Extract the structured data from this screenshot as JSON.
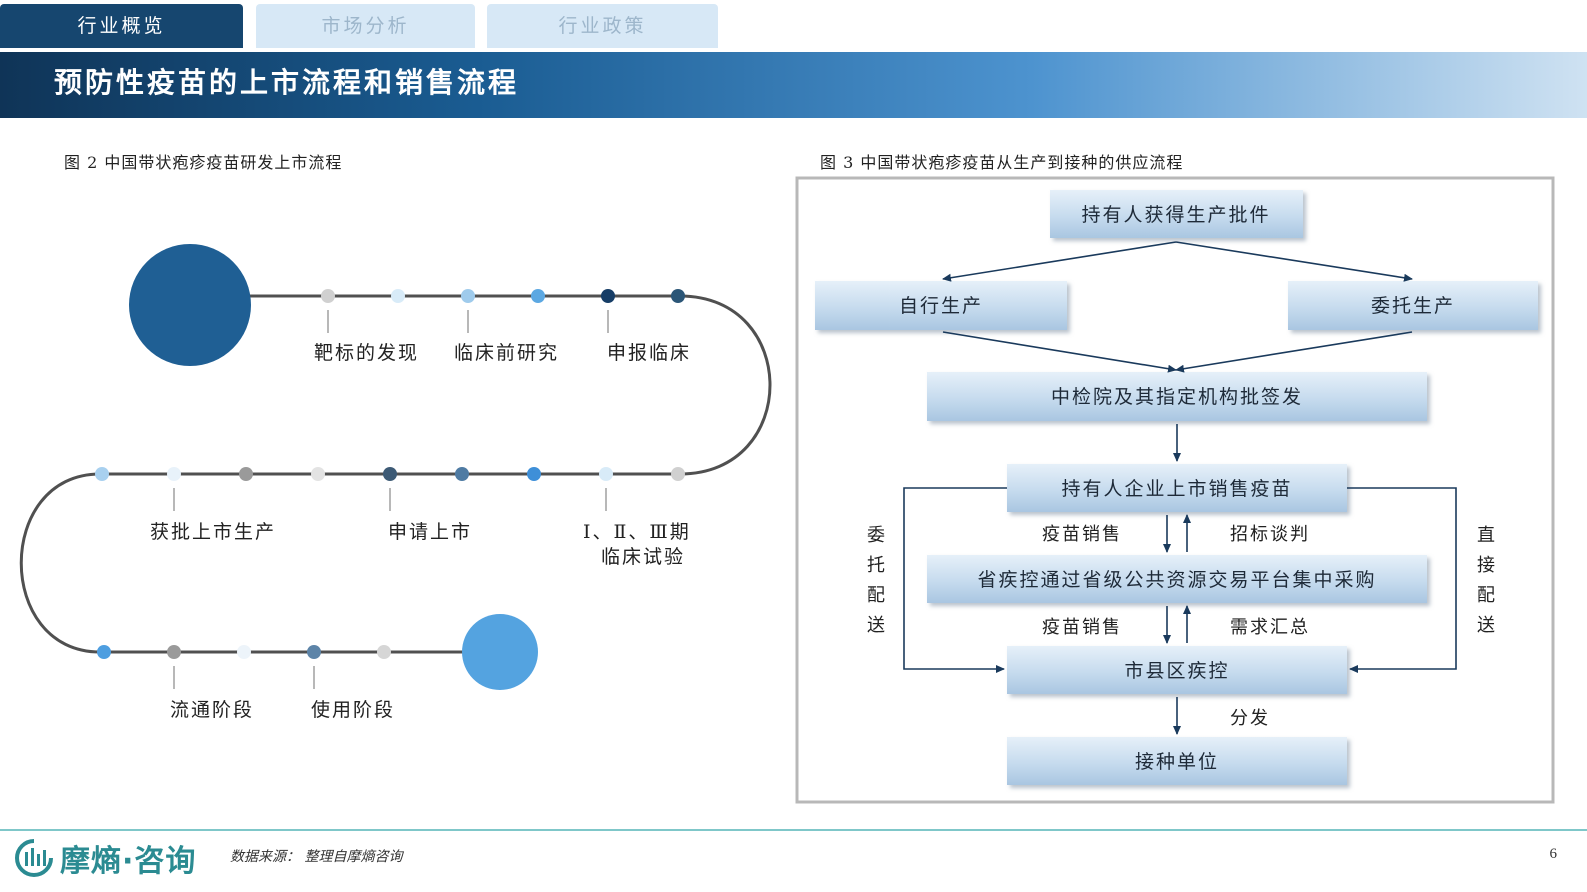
{
  "tabs": [
    {
      "label": "行业概览",
      "active": true
    },
    {
      "label": "市场分析",
      "active": false
    },
    {
      "label": "行业政策",
      "active": false
    }
  ],
  "title": "预防性疫苗的上市流程和销售流程",
  "figure2": {
    "caption": "图 2 中国带状疱疹疫苗研发上市流程",
    "stages": {
      "target": "靶标的发现",
      "preclinical": "临床前研究",
      "apply_clinical": "申报临床",
      "phase_line1": "Ⅰ、Ⅱ、Ⅲ期",
      "phase_line2": "临床试验",
      "apply_market": "申请上市",
      "approved": "获批上市生产",
      "circulation": "流通阶段",
      "usage": "使用阶段"
    }
  },
  "figure3": {
    "caption": "图 3 中国带状疱疹疫苗从生产到接种的供应流程",
    "boxes": {
      "holder_license": "持有人获得生产批件",
      "self_produce": "自行生产",
      "entrust_produce": "委托生产",
      "batch_release": "中检院及其指定机构批签发",
      "holder_market": "持有人企业上市销售疫苗",
      "province_cdc": "省疾控通过省级公共资源交易平台集中采购",
      "city_cdc": "市县区疾控",
      "vaccination": "接种单位"
    },
    "labels": {
      "sales1": "疫苗销售",
      "bidding": "招标谈判",
      "sales2": "疫苗销售",
      "demand": "需求汇总",
      "distribute": "分发",
      "left_side": [
        "委",
        "托",
        "配",
        "送"
      ],
      "right_side": [
        "直",
        "接",
        "配",
        "送"
      ]
    }
  },
  "footer": {
    "logo": "摩熵·咨询",
    "source": "数据来源：  整理自摩熵咨询",
    "page": "6"
  },
  "colors": {
    "tab_active": "#16466f",
    "dark_blue": "#1f5f94",
    "light_blue": "#54a3e0"
  }
}
